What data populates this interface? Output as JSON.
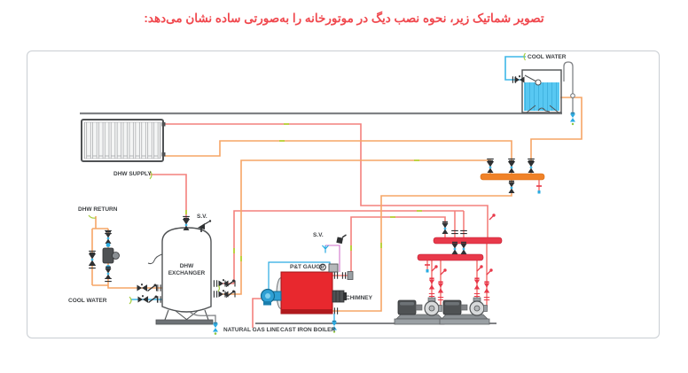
{
  "title": "تصویر شماتیک زیر، نحوه نصب دیگ در موتورخانه را به‌صورتی ساده نشان می‌دهد:",
  "labels": {
    "cool_water_top": "COOL WATER",
    "dhw_supply": "DHW SUPPLY",
    "dhw_return": "DHW RETURN",
    "cool_water_left": "COOL WATER",
    "sv_exchanger": "S.V.",
    "dhw_exchanger_line1": "DHW",
    "dhw_exchanger_line2": "EXCHANGER",
    "sv_boiler": "S.V.",
    "pt_gauge": "P&T GAUGE",
    "chimney": "CHIMNEY",
    "natural_gas_line": "NATURAL GAS LINE",
    "cast_iron_boiler": "CAST IRON BOILER"
  },
  "colors": {
    "title_red": "#f0484e",
    "pipe_red": "#f4807d",
    "header_red": "#e8394a",
    "boiler_red": "#e8282e",
    "pipe_orange": "#f6a566",
    "header_orange": "#f08228",
    "water_blue": "#3eb7e8",
    "wire_cyan": "#29abe2",
    "sv_pink": "#d98ad4",
    "metal_gray": "#808285",
    "dark_gray": "#4a4c4e",
    "flow_green": "#b5d334"
  }
}
